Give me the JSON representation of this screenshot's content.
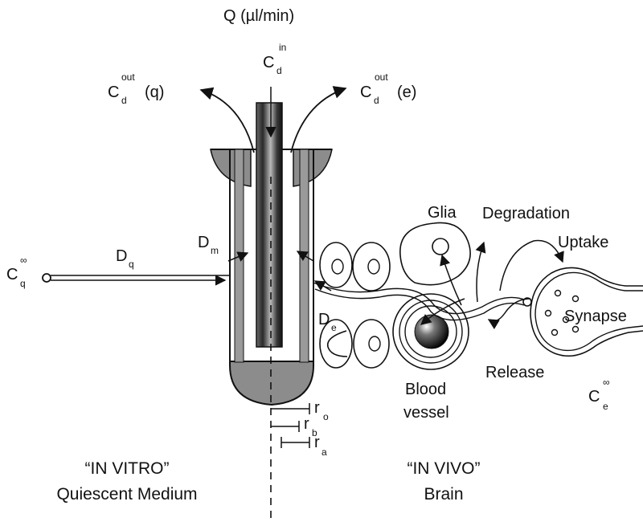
{
  "flow": {
    "main": "Q (µl/min)"
  },
  "c_in": {
    "main": "C",
    "sub": "d",
    "sup": "in"
  },
  "c_out_q": {
    "main": "C",
    "sub": "d",
    "sup": "out",
    "suffix": "(q)"
  },
  "c_out_e": {
    "main": "C",
    "sub": "d",
    "sup": "out",
    "suffix": "(e)"
  },
  "c_q_inf": {
    "main": "C",
    "sub": "q",
    "sup": "∞"
  },
  "c_e_inf": {
    "main": "C",
    "sub": "e",
    "sup": "∞"
  },
  "d_q": {
    "main": "D",
    "sub": "q"
  },
  "d_m": {
    "main": "D",
    "sub": "m"
  },
  "d_e": {
    "main": "D",
    "sub": "e"
  },
  "labels": {
    "glia": "Glia",
    "degradation": "Degradation",
    "uptake": "Uptake",
    "synapse": "Synapse",
    "release": "Release",
    "blood_line1": "Blood",
    "blood_line2": "vessel"
  },
  "radii": [
    {
      "main": "r",
      "sub": "o"
    },
    {
      "main": "r",
      "sub": "b"
    },
    {
      "main": "r",
      "sub": "a"
    }
  ],
  "captions": {
    "left_line1": "“IN VITRO”",
    "left_line2": "Quiescent Medium",
    "right_line1": "“IN VIVO”",
    "right_line2": "Brain"
  }
}
